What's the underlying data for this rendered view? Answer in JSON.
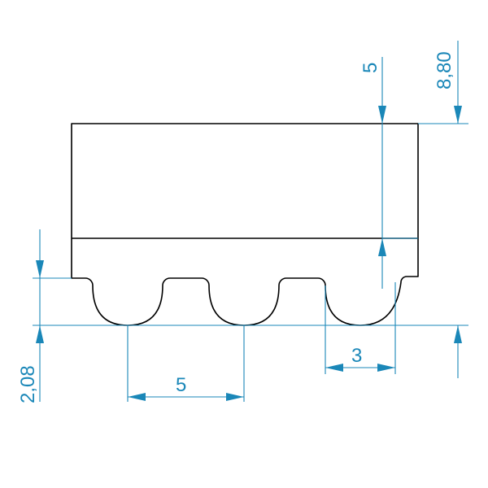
{
  "drawing": {
    "colors": {
      "outline": "#000000",
      "dimension": "#1a87b8",
      "background": "#ffffff"
    },
    "dimensions": {
      "pitch": "5",
      "tooth_width": "3",
      "total_height": "8,80",
      "top_thickness": "5",
      "tooth_height": "2,08"
    }
  }
}
